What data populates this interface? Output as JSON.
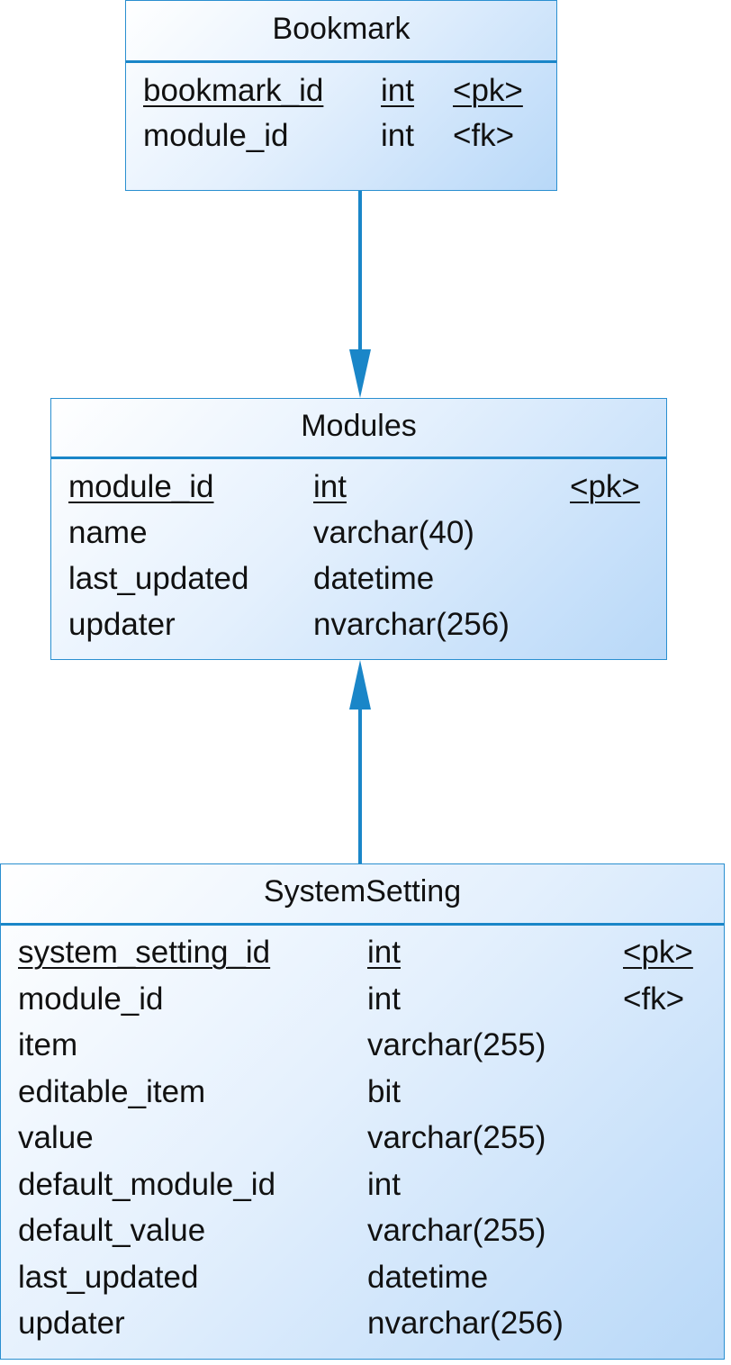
{
  "diagram": {
    "colors": {
      "border": "#2a8fd0",
      "line": "#1a86c8",
      "fill_light": "#ffffff",
      "fill_dark": "#b8d8f8"
    },
    "entities": {
      "bookmark": {
        "title": "Bookmark",
        "rows": [
          {
            "name": "bookmark_id",
            "type": "int",
            "key": "<pk>",
            "primary": true
          },
          {
            "name": "module_id",
            "type": "int",
            "key": "<fk>",
            "primary": false
          }
        ]
      },
      "modules": {
        "title": "Modules",
        "rows": [
          {
            "name": "module_id",
            "type": "int",
            "key": "<pk>",
            "primary": true
          },
          {
            "name": "name",
            "type": "varchar(40)",
            "key": "",
            "primary": false
          },
          {
            "name": "last_updated",
            "type": "datetime",
            "key": "",
            "primary": false
          },
          {
            "name": "updater",
            "type": "nvarchar(256)",
            "key": "",
            "primary": false
          }
        ]
      },
      "systemsetting": {
        "title": "SystemSetting",
        "rows": [
          {
            "name": "system_setting_id",
            "type": "int",
            "key": "<pk>",
            "primary": true
          },
          {
            "name": "module_id",
            "type": "int",
            "key": "<fk>",
            "primary": false
          },
          {
            "name": "item",
            "type": "varchar(255)",
            "key": "",
            "primary": false
          },
          {
            "name": "editable_item",
            "type": "bit",
            "key": "",
            "primary": false
          },
          {
            "name": "value",
            "type": "varchar(255)",
            "key": "",
            "primary": false
          },
          {
            "name": "default_module_id",
            "type": "int",
            "key": "",
            "primary": false
          },
          {
            "name": "default_value",
            "type": "varchar(255)",
            "key": "",
            "primary": false
          },
          {
            "name": "last_updated",
            "type": "datetime",
            "key": "",
            "primary": false
          },
          {
            "name": "updater",
            "type": "nvarchar(256)",
            "key": "",
            "primary": false
          }
        ]
      }
    },
    "relationships": [
      {
        "from": "bookmark",
        "to": "modules"
      },
      {
        "from": "systemsetting",
        "to": "modules"
      }
    ]
  }
}
